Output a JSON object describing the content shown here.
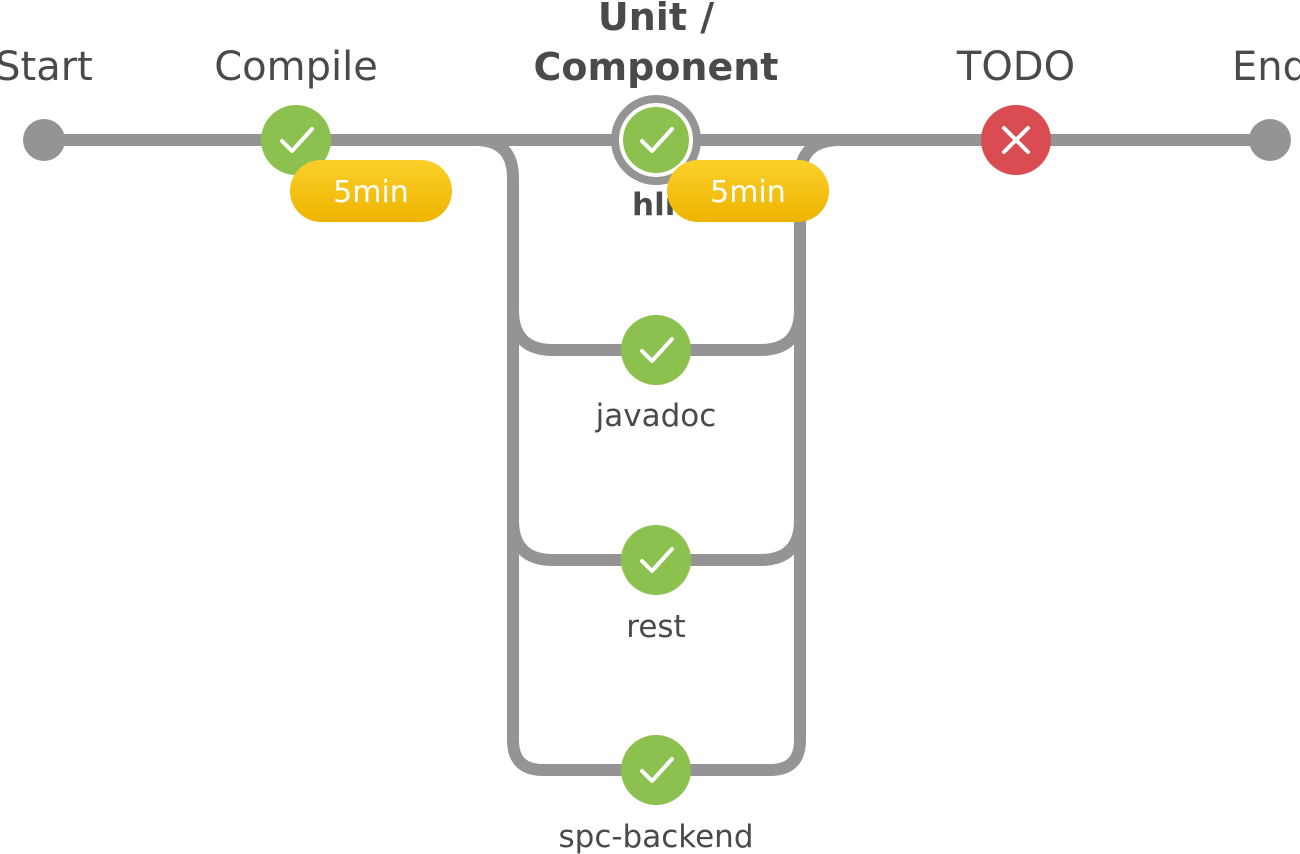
{
  "pipeline": {
    "colors": {
      "line": "#949494",
      "success": "#8cc04f",
      "failure": "#d94c52",
      "badge": "#f5c21a",
      "label": "#4a4a4a"
    },
    "start": {
      "label": "Start"
    },
    "end": {
      "label": "End"
    },
    "stages": [
      {
        "id": "compile",
        "label": "Compile",
        "status": "success",
        "status_icon": "check-icon",
        "badge": "5min"
      },
      {
        "id": "unit",
        "label_line1": "Unit /",
        "label_line2": "Component",
        "status": "success",
        "status_icon": "check-icon",
        "selected": true,
        "badge": "5min"
      },
      {
        "id": "todo",
        "label": "TODO",
        "status": "failure",
        "status_icon": "cross-icon"
      }
    ],
    "branches": [
      {
        "id": "hlr",
        "label": "hlr",
        "status": "success",
        "status_icon": "check-icon"
      },
      {
        "id": "javadoc",
        "label": "javadoc",
        "status": "success",
        "status_icon": "check-icon"
      },
      {
        "id": "rest",
        "label": "rest",
        "status": "success",
        "status_icon": "check-icon"
      },
      {
        "id": "spc-backend",
        "label": "spc-backend",
        "status": "success",
        "status_icon": "check-icon"
      }
    ]
  }
}
